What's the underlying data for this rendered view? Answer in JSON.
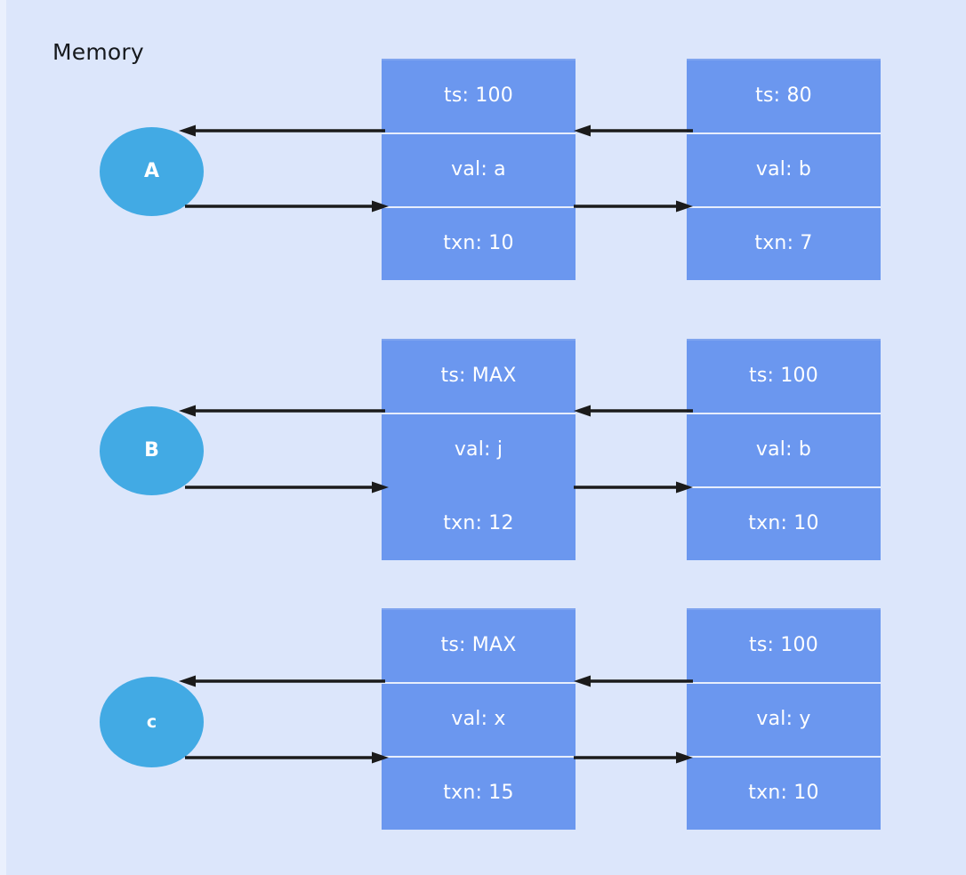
{
  "diagram": {
    "title": "Memory",
    "background_color": "#dce6fb",
    "node_color": "#42aae4",
    "box_color": "#6b97ef",
    "arrow_color": "#1b1b1b",
    "text_color": "#ffffff"
  },
  "rows": [
    {
      "node": {
        "label": "A",
        "name": "node-a"
      },
      "boxes": [
        {
          "name": "record-a-primary",
          "cells": [
            {
              "field": "ts",
              "text": "ts: 100"
            },
            {
              "field": "val",
              "text": "val: a"
            },
            {
              "field": "txn",
              "text": "txn: 10"
            }
          ]
        },
        {
          "name": "record-a-secondary",
          "cells": [
            {
              "field": "ts",
              "text": "ts: 80"
            },
            {
              "field": "val",
              "text": "val: b"
            },
            {
              "field": "txn",
              "text": "txn: 7"
            }
          ]
        }
      ],
      "arrows": [
        {
          "name": "arrow-box1-to-node-a",
          "direction": "left"
        },
        {
          "name": "arrow-node-a-to-box1",
          "direction": "right"
        },
        {
          "name": "arrow-box2-to-box1-a",
          "direction": "left"
        },
        {
          "name": "arrow-box1-to-box2-a",
          "direction": "right"
        }
      ]
    },
    {
      "node": {
        "label": "B",
        "name": "node-b"
      },
      "boxes": [
        {
          "name": "record-b-primary",
          "cells": [
            {
              "field": "ts",
              "text": "ts: MAX"
            },
            {
              "field": "val",
              "text": "val: j"
            },
            {
              "field": "txn",
              "text": "txn: 12"
            }
          ]
        },
        {
          "name": "record-b-secondary",
          "cells": [
            {
              "field": "ts",
              "text": "ts: 100"
            },
            {
              "field": "val",
              "text": "val: b"
            },
            {
              "field": "txn",
              "text": "txn: 10"
            }
          ]
        }
      ],
      "arrows": [
        {
          "name": "arrow-box1-to-node-b",
          "direction": "left"
        },
        {
          "name": "arrow-node-b-to-box1",
          "direction": "right"
        },
        {
          "name": "arrow-box2-to-box1-b",
          "direction": "left"
        },
        {
          "name": "arrow-box1-to-box2-b",
          "direction": "right"
        }
      ]
    },
    {
      "node": {
        "label": "c",
        "name": "node-c"
      },
      "boxes": [
        {
          "name": "record-c-primary",
          "cells": [
            {
              "field": "ts",
              "text": "ts: MAX"
            },
            {
              "field": "val",
              "text": "val: x"
            },
            {
              "field": "txn",
              "text": "txn: 15"
            }
          ]
        },
        {
          "name": "record-c-secondary",
          "cells": [
            {
              "field": "ts",
              "text": "ts: 100"
            },
            {
              "field": "val",
              "text": "val: y"
            },
            {
              "field": "txn",
              "text": "txn: 10"
            }
          ]
        }
      ],
      "arrows": [
        {
          "name": "arrow-box1-to-node-c",
          "direction": "left"
        },
        {
          "name": "arrow-node-c-to-box1",
          "direction": "right"
        },
        {
          "name": "arrow-box2-to-box1-c",
          "direction": "left"
        },
        {
          "name": "arrow-box1-to-box2-c",
          "direction": "right"
        }
      ]
    }
  ]
}
